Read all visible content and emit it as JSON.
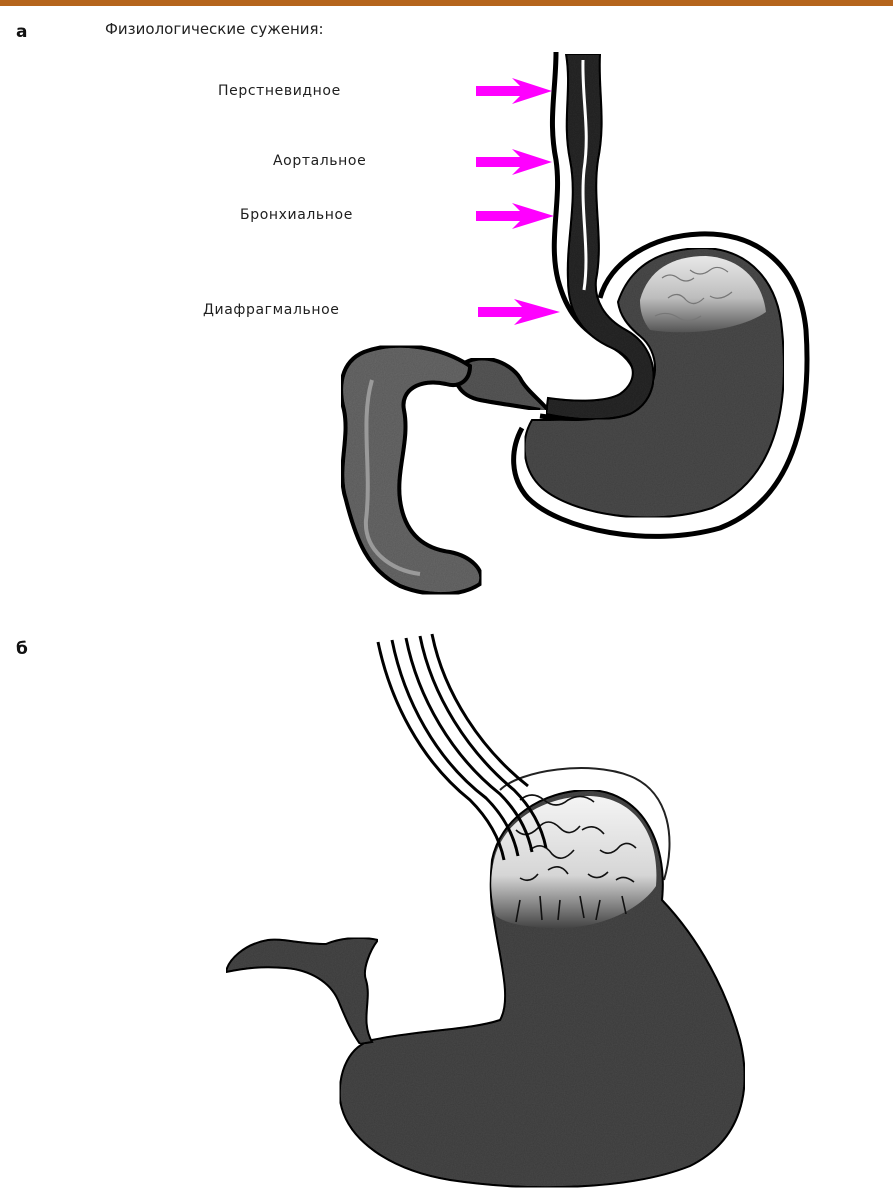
{
  "colors": {
    "top_bar": "#b5651d",
    "arrow": "#ff00ff",
    "tissue": "#4a4a4a",
    "outline": "#000000"
  },
  "panel_a": {
    "letter": "а",
    "heading": "Физиологические сужения:",
    "constrictions": [
      {
        "label": "Перстневидное"
      },
      {
        "label": "Аортальное"
      },
      {
        "label": "Бронхиальное"
      },
      {
        "label": "Диафрагмальное"
      }
    ]
  },
  "panel_b": {
    "letter": "б"
  }
}
